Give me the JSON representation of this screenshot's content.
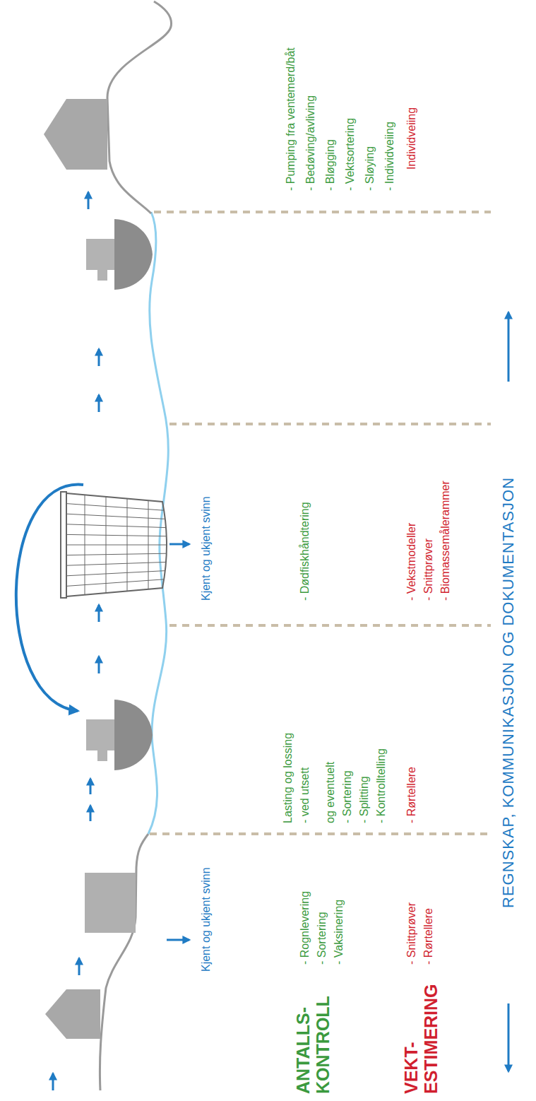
{
  "diagram": {
    "labels": [
      "ANTALLS- KONTROLL",
      "VEKT- ESTIMERING",
      "Kjent og ukjent svinn",
      "- Rognlevering",
      "- Sortering",
      "- Vaksinering",
      "- Snittprøver",
      "- Rørtellere",
      "Lasting og lossing",
      "- ved utsett",
      "og eventuelt",
      "- Sortering",
      "- Splitting",
      "- Kontrolltelling",
      "- Rørtellere",
      "Kjent og ukjent svinn",
      "- Dødfiskhåndtering",
      "- Vekstmodeller",
      "- Snittprøver",
      "- Biomassemålerammer",
      "- Pumping fra ventemerd/båt",
      "- Bedøving/avliving",
      "- Bløgging",
      "- Vektsortering",
      "- Sløying",
      "- Individveiing",
      "Individveiing",
      "REGNSKAP, KOMMUNIKASJON OG DOKUMENTASJON"
    ]
  }
}
